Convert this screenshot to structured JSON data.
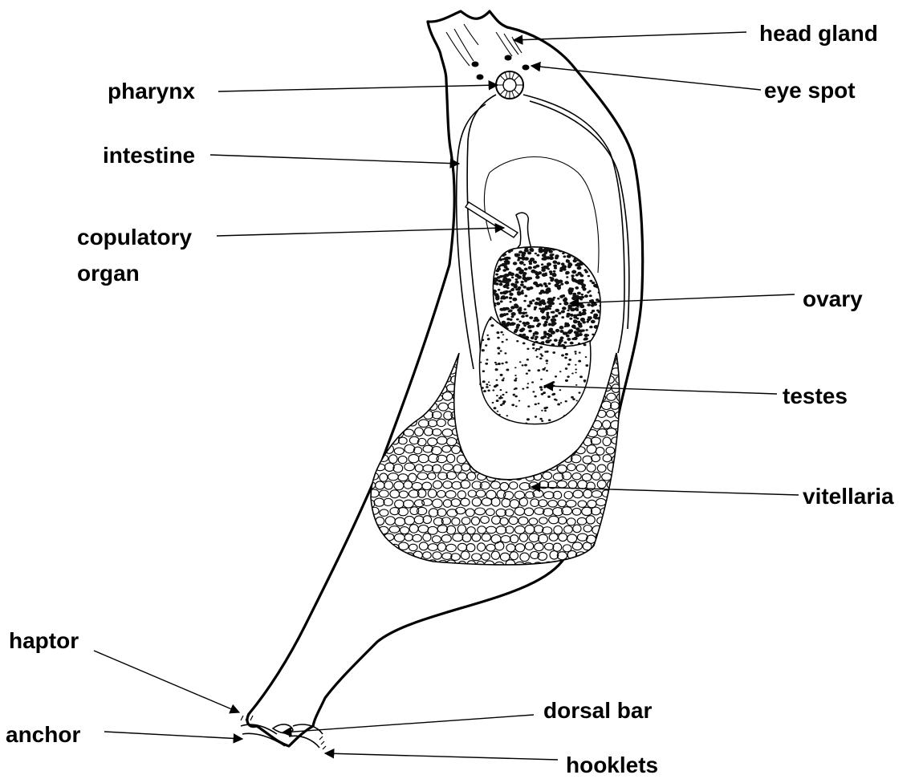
{
  "labels": {
    "head_gland": "head gland",
    "pharynx": "pharynx",
    "eye_spot": "eye spot",
    "intestine": "intestine",
    "copulatory_line1": "copulatory",
    "copulatory_line2": "organ",
    "ovary": "ovary",
    "testes": "testes",
    "vitellaria": "vitellaria",
    "haptor": "haptor",
    "anchor": "anchor",
    "dorsal_bar": "dorsal bar",
    "hooklets": "hooklets"
  },
  "colors": {
    "ink": "#000000",
    "background": "#ffffff"
  }
}
